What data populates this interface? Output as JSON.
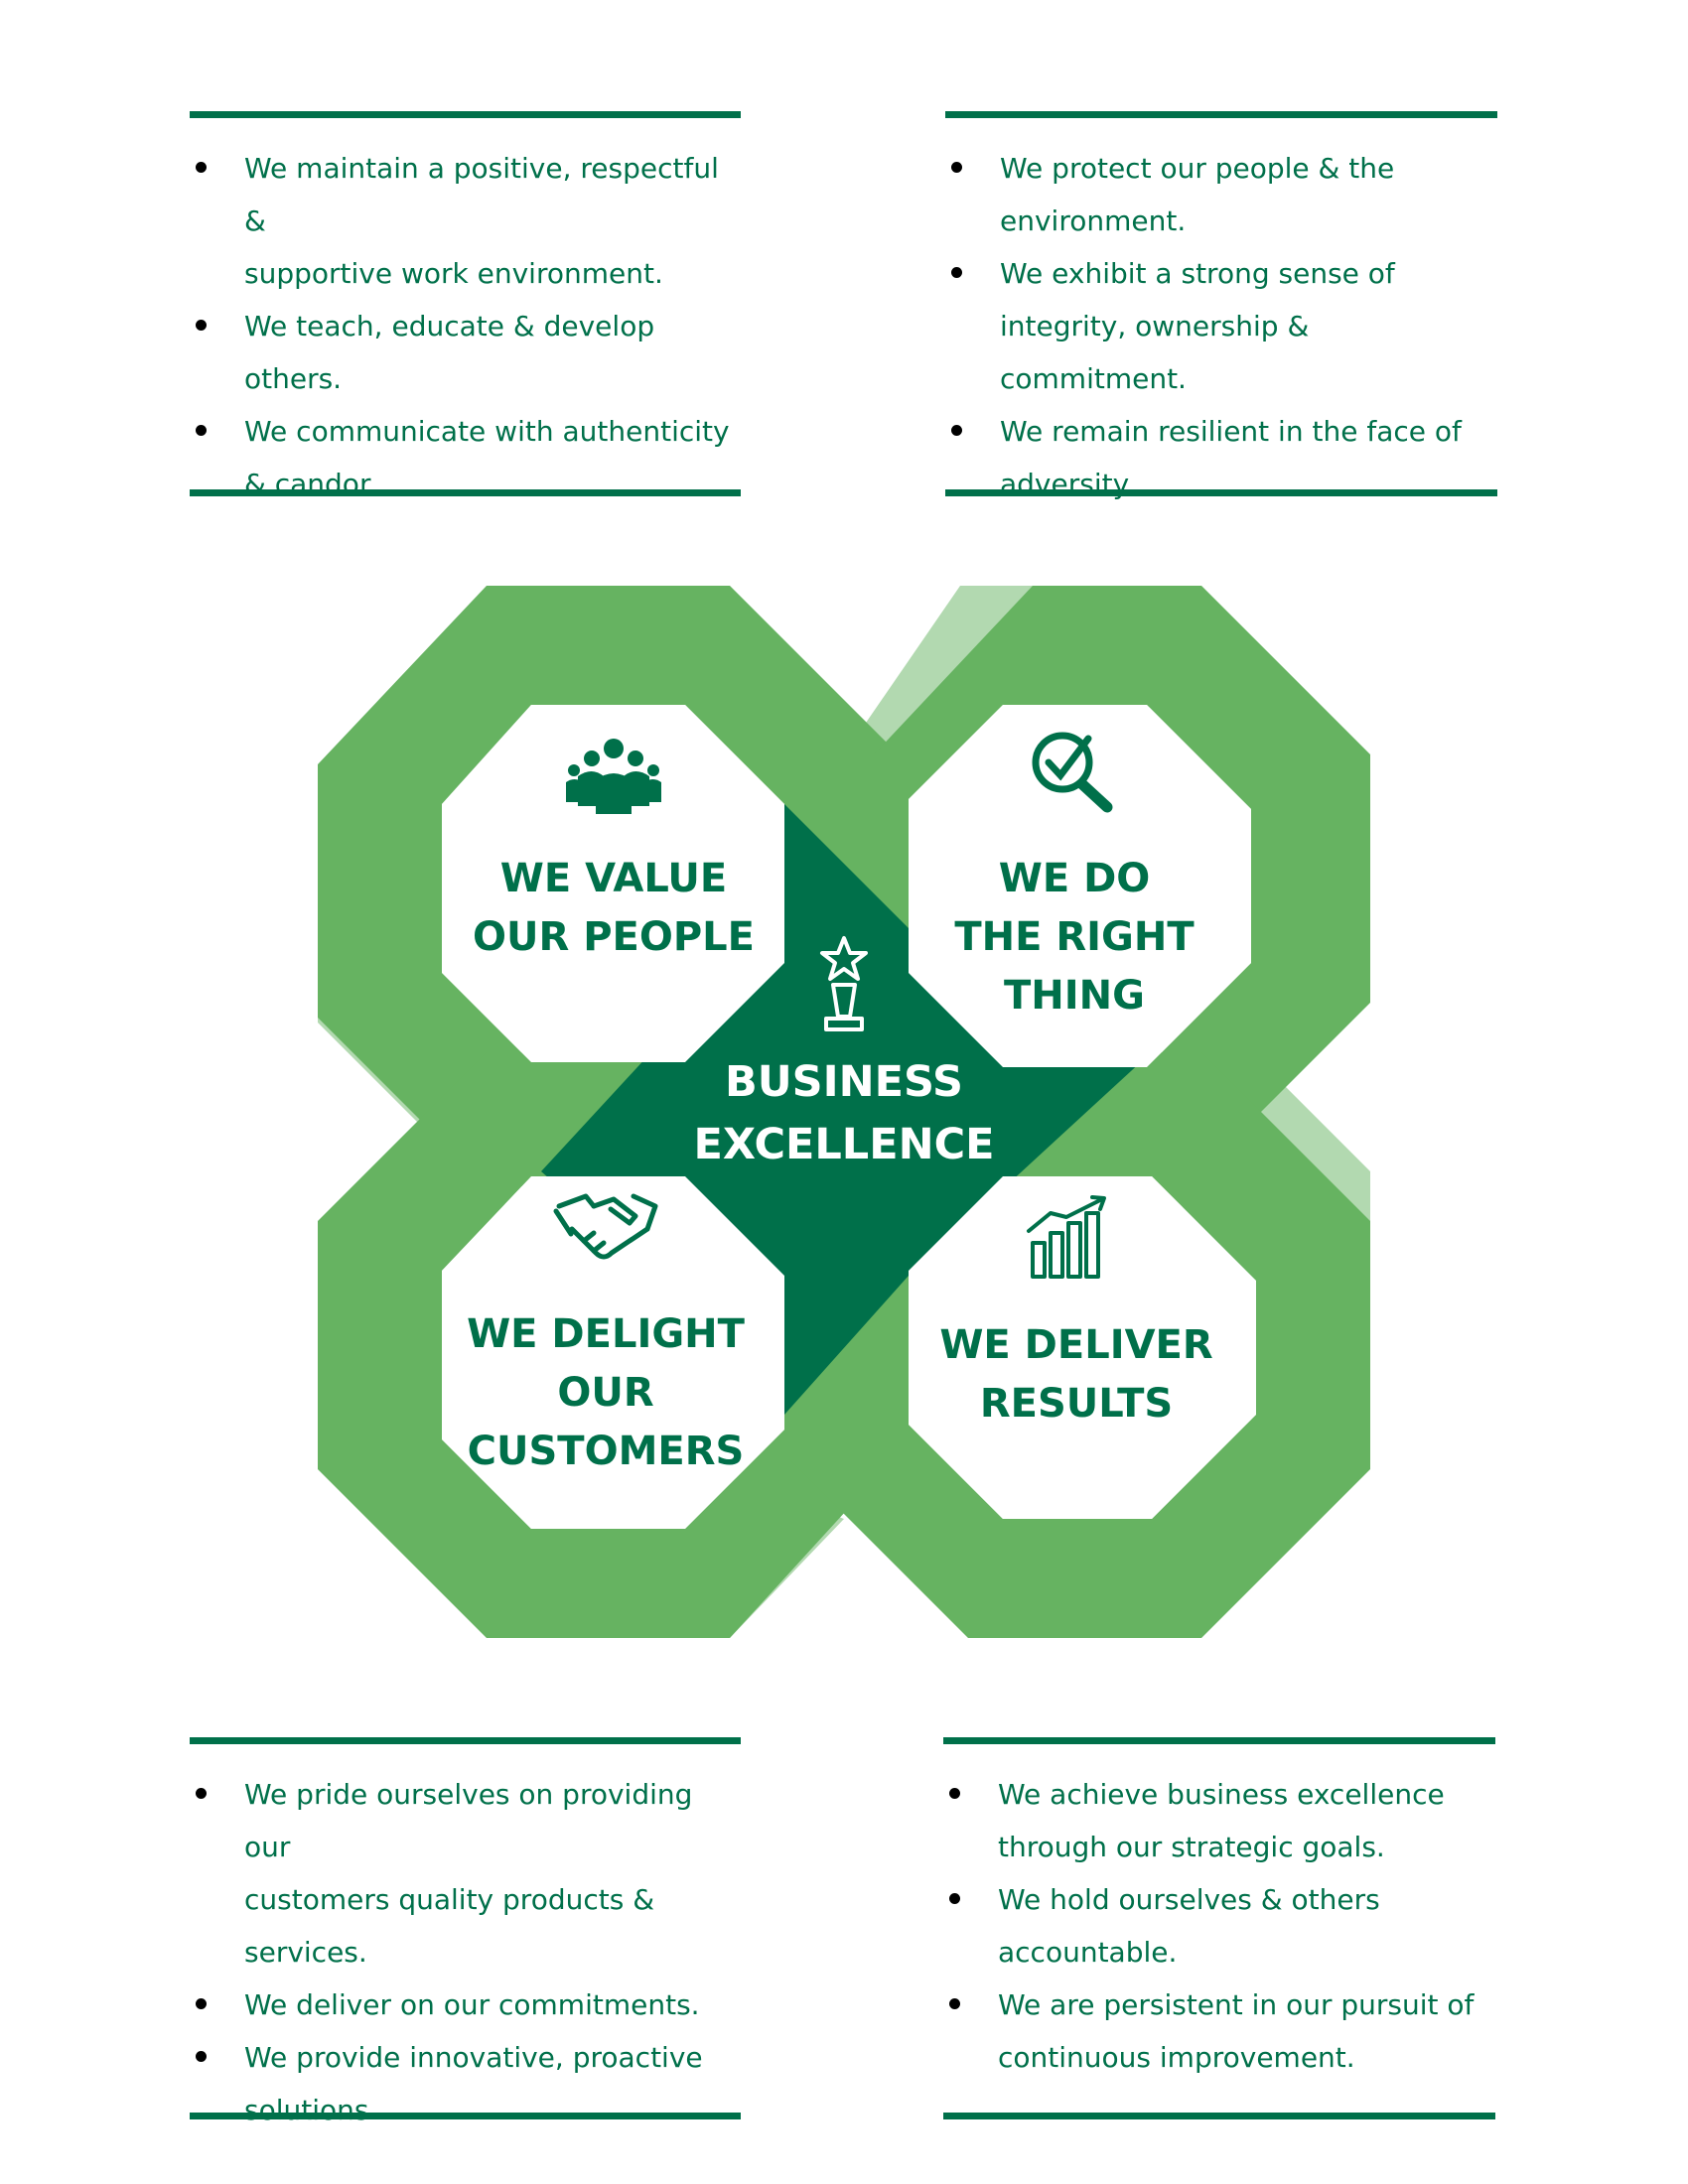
{
  "colors": {
    "dark": "#00704A",
    "mid": "#66B361",
    "light": "#B2D9B0",
    "white": "#FFFFFF"
  },
  "panels": {
    "top_left": [
      [
        "We maintain a positive, respectful &",
        "supportive work environment."
      ],
      [
        "We teach, educate & develop",
        "others."
      ],
      [
        "We communicate with authenticity",
        "& candor."
      ]
    ],
    "top_right": [
      [
        "We protect our people & the",
        "environment."
      ],
      [
        "We exhibit a strong sense of",
        "integrity, ownership & commitment."
      ],
      [
        "We remain resilient in the face of",
        "adversity."
      ]
    ],
    "bottom_left": [
      [
        "We pride ourselves on providing our",
        "customers quality products &",
        "services."
      ],
      [
        "We deliver on our commitments."
      ],
      [
        "We provide innovative, proactive",
        "solutions."
      ]
    ],
    "bottom_right": [
      [
        "We achieve business excellence",
        "through our strategic goals."
      ],
      [
        "We hold ourselves & others",
        "accountable."
      ],
      [
        "We are persistent in our pursuit of",
        "continuous improvement."
      ]
    ]
  },
  "diagram": {
    "center": {
      "line1": "BUSINESS",
      "line2": "EXCELLENCE",
      "icon": "trophy-star-icon"
    },
    "value_people": {
      "line1": "WE VALUE",
      "line2": "OUR PEOPLE",
      "icon": "people-group-icon"
    },
    "right_thing": {
      "line1": "WE DO",
      "line2": "THE RIGHT",
      "line3": "THING",
      "icon": "magnifier-check-icon"
    },
    "delight_customers": {
      "line1": "WE DELIGHT",
      "line2": "OUR",
      "line3": "CUSTOMERS",
      "icon": "handshake-icon"
    },
    "deliver_results": {
      "line1": "WE DELIVER",
      "line2": "RESULTS",
      "icon": "bar-chart-growth-icon"
    }
  }
}
